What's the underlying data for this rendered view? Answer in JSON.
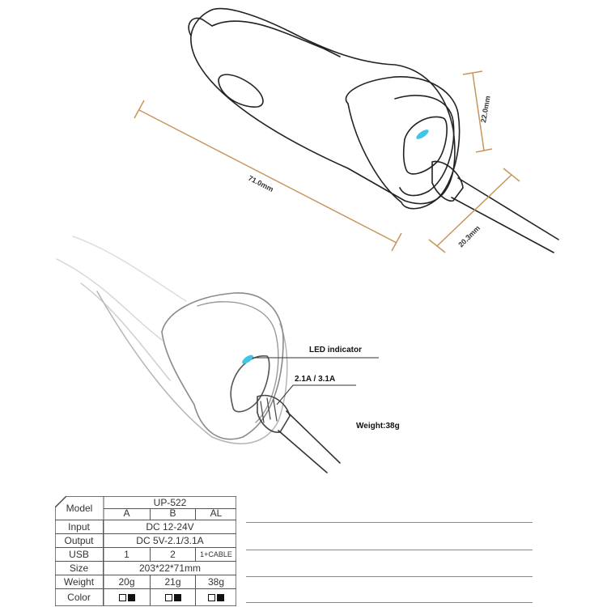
{
  "dimensions": {
    "length": "71.0mm",
    "height": "22.0mm",
    "width": "20.3mm"
  },
  "callouts": {
    "led": "LED indicator",
    "output": "2.1A / 3.1A",
    "weight": "Weight:38g"
  },
  "colors": {
    "led": "#3fc6e6",
    "dimension_line": "#c8955a",
    "outline": "#222222",
    "faint_outline": "#b5b5b5"
  },
  "spec_table": {
    "header_label": "Model",
    "model": "UP-522",
    "variants": [
      "A",
      "B",
      "AL"
    ],
    "rows": [
      {
        "label": "Input",
        "value": "DC 12-24V"
      },
      {
        "label": "Output",
        "value": "DC 5V-2.1/3.1A"
      },
      {
        "label": "USB",
        "cells": [
          "1",
          "2",
          "1+CABLE"
        ]
      },
      {
        "label": "Size",
        "value": "203*22*71mm"
      },
      {
        "label": "Weight",
        "cells": [
          "20g",
          "21g",
          "38g"
        ]
      },
      {
        "label": "Color",
        "swatches": [
          "white",
          "black"
        ]
      }
    ]
  }
}
